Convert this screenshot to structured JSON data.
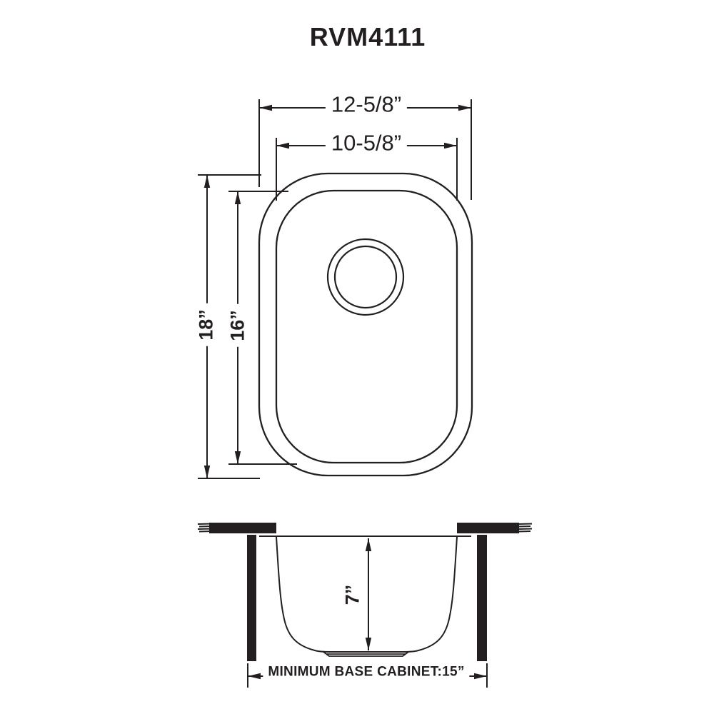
{
  "title": "RVM4111",
  "colors": {
    "line": "#231f20",
    "background": "#ffffff"
  },
  "top_view": {
    "outer_width": "12-5/8”",
    "inner_width": "10-5/8”",
    "outer_depth": "18”",
    "inner_depth": "16”"
  },
  "side_view": {
    "bowl_depth": "7”",
    "base_cabinet": "MINIMUM BASE CABINET:15”"
  }
}
